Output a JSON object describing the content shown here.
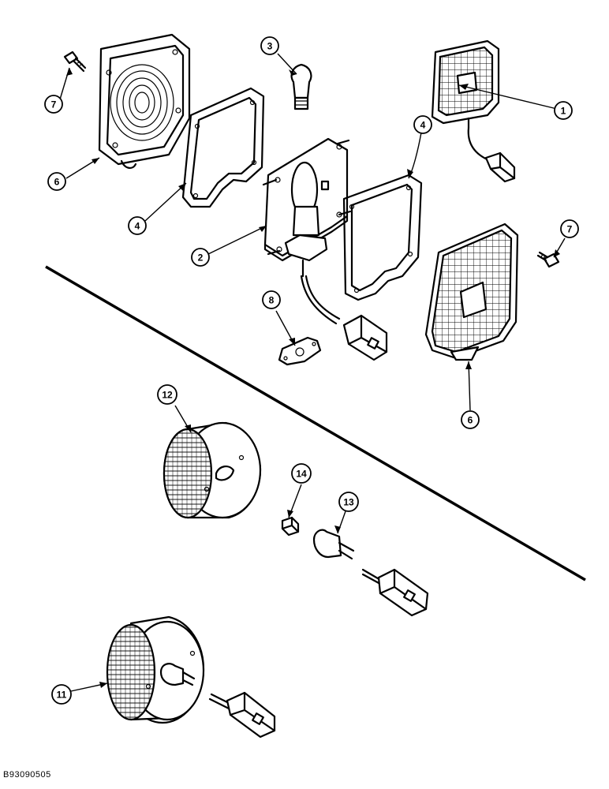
{
  "diagram": {
    "drawing_id": "B93090505",
    "callouts": [
      {
        "id": "1",
        "label": "1"
      },
      {
        "id": "2",
        "label": "2"
      },
      {
        "id": "3",
        "label": "3"
      },
      {
        "id": "4a",
        "label": "4"
      },
      {
        "id": "4b",
        "label": "4"
      },
      {
        "id": "6a",
        "label": "6"
      },
      {
        "id": "6b",
        "label": "6"
      },
      {
        "id": "7a",
        "label": "7"
      },
      {
        "id": "7b",
        "label": "7"
      },
      {
        "id": "8",
        "label": "8"
      },
      {
        "id": "11",
        "label": "11"
      },
      {
        "id": "12",
        "label": "12"
      },
      {
        "id": "13",
        "label": "13"
      },
      {
        "id": "14",
        "label": "14"
      }
    ]
  }
}
